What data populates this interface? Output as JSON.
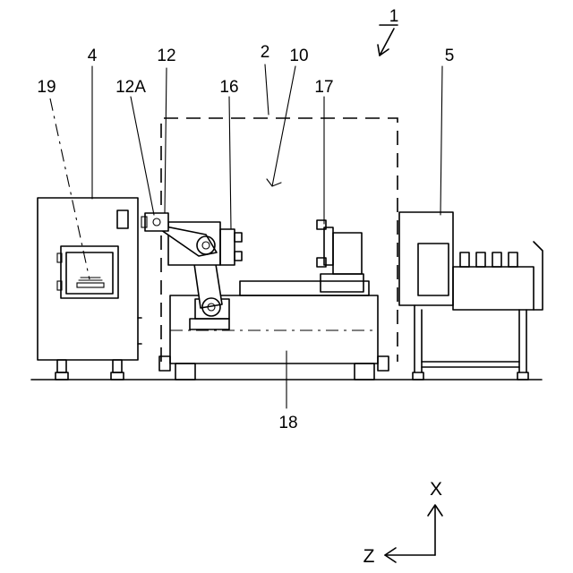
{
  "labels": {
    "assembly": "1",
    "enclosure": "2",
    "left_unit": "4",
    "right_unit": "5",
    "robot_cell": "10",
    "robot": "12",
    "robot_hand": "12A",
    "robot_tool": "16",
    "right_tool": "17",
    "table": "18",
    "workpiece": "19"
  },
  "axes": {
    "x_label": "X",
    "z_label": "Z"
  }
}
